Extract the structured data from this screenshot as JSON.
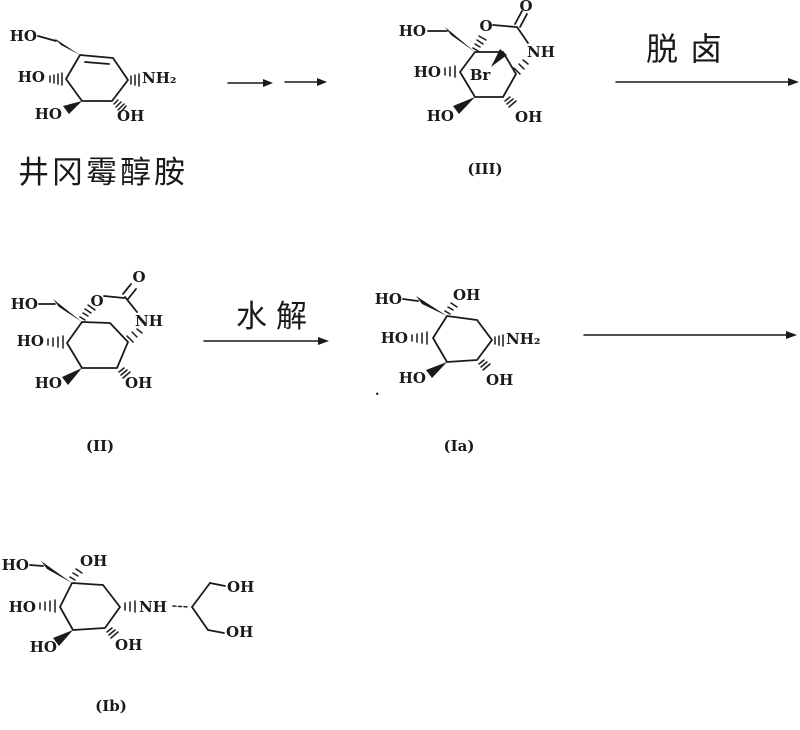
{
  "colors": {
    "ink": "#1a1a1a",
    "background": "#ffffff"
  },
  "compounds": {
    "valienamine": {
      "name": "井冈霉醇胺",
      "atoms": {
        "ho_ch2": "HO",
        "ho_left": "HO",
        "ho_bottom_left": "HO",
        "oh_bottom_right": "OH",
        "nh2_right": "NH₂"
      }
    },
    "III": {
      "label": "(III)",
      "atoms": {
        "ho_ch2": "HO",
        "o_ring": "O",
        "o_carbonyl": "O",
        "nh": "NH",
        "br": "Br",
        "ho_left": "HO",
        "ho_bottom_left": "HO",
        "oh_bottom_right": "OH"
      }
    },
    "II": {
      "label": "(II)",
      "atoms": {
        "ho_ch2": "HO",
        "o_ring": "O",
        "o_carbonyl": "O",
        "nh": "NH",
        "ho_left": "HO",
        "ho_bottom_left": "HO",
        "oh_bottom_right": "OH"
      }
    },
    "Ia": {
      "label": "(Ia)",
      "period": ".",
      "atoms": {
        "ho_ch2": "HO",
        "oh_top": "OH",
        "nh2_right": "NH₂",
        "ho_left": "HO",
        "ho_bottom_left": "HO",
        "oh_bottom_right": "OH"
      }
    },
    "Ib": {
      "label": "(Ib)",
      "atoms": {
        "ho_ch2": "HO",
        "oh_top": "OH",
        "nh_right": "NH",
        "ho_left": "HO",
        "ho_bottom_left": "HO",
        "oh_bottom_right": "OH",
        "oh_chain_top": "OH",
        "oh_chain_bottom": "OH"
      }
    }
  },
  "reactions": {
    "dehalogenation": "脱卤",
    "hydrolysis": "水解"
  }
}
